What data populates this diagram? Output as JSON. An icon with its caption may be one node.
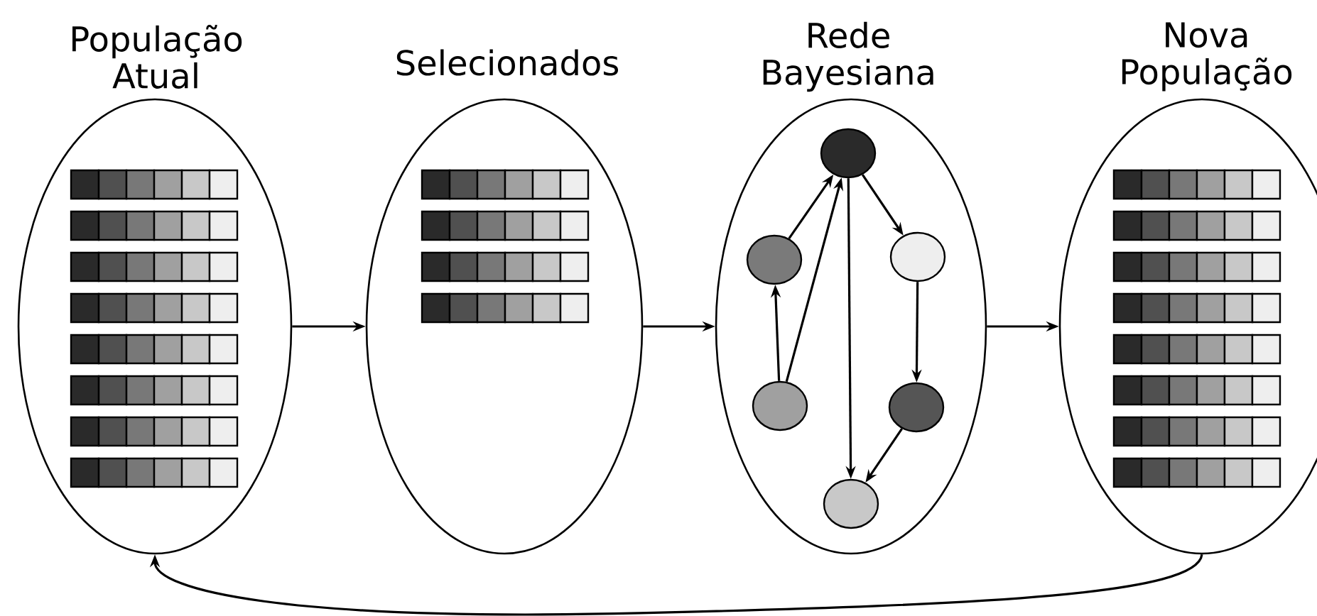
{
  "diagram": {
    "nodes": [
      {
        "text": [
          "População Atual"
        ]
      },
      {
        "text": [
          "Selecionados"
        ]
      },
      {
        "text": [
          "Rede Bayesiana"
        ]
      },
      {
        "text": [
          "Nova População"
        ]
      },
      {
        "text": [],
        "shape": "circle",
        "in": 2
      },
      {
        "text": [],
        "shape": "circle",
        "in": 2
      },
      {
        "text": [],
        "shape": "circle",
        "in": 2
      },
      {
        "text": [],
        "shape": "circle",
        "in": 2
      },
      {
        "text": [],
        "shape": "circle",
        "in": 2
      },
      {
        "text": [],
        "shape": "circle",
        "in": 2
      }
    ],
    "edges": [
      {
        "from": 0,
        "to": 1,
        "arrow": "to"
      },
      {
        "from": 1,
        "to": 2,
        "arrow": "to"
      },
      {
        "from": 2,
        "to": 3,
        "arrow": "to"
      },
      {
        "from": 3,
        "to": 0,
        "arrow": "to"
      },
      {
        "from": 5,
        "to": 4,
        "arrow": "to"
      },
      {
        "from": 7,
        "to": 5,
        "arrow": "to"
      },
      {
        "from": 7,
        "to": 4,
        "arrow": "to"
      },
      {
        "from": 4,
        "to": 6,
        "arrow": "to"
      },
      {
        "from": 4,
        "to": 9,
        "arrow": "to"
      },
      {
        "from": 6,
        "to": 8,
        "arrow": "to"
      },
      {
        "from": 8,
        "to": 9,
        "arrow": "to"
      }
    ]
  }
}
